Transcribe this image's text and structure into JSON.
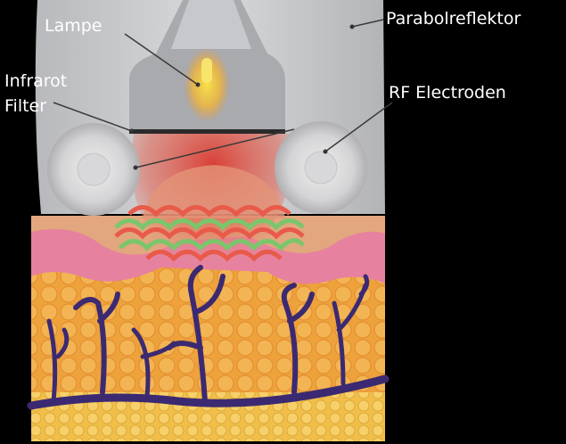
{
  "labels": {
    "lamp": "Lampe",
    "reflector": "Parabolreflektor",
    "infrared_line1": "Infrarot",
    "infrared_line2": "Filter",
    "electrodes": "RF Electroden"
  },
  "colors": {
    "background": "#000000",
    "device": "#c9cacc",
    "lamp_glow": "#f4d23c",
    "heat": "#d9483a",
    "epidermis": "#e2a77e",
    "dermis": "#e681a0",
    "fat": "#f0a43c",
    "vessel": "#3b2a72",
    "rf_green": "#7ac66b",
    "rf_red": "#e85a4a"
  }
}
